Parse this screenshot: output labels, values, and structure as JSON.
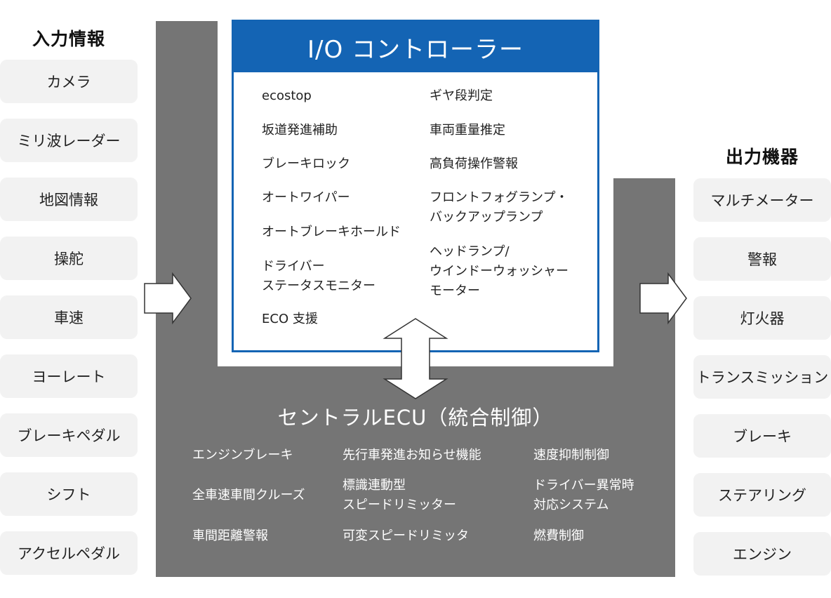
{
  "input_title": "入力情報",
  "inputs": [
    "カメラ",
    "ミリ波レーダー",
    "地図情報",
    "操舵",
    "車速",
    "ヨーレート",
    "ブレーキペダル",
    "シフト",
    "アクセルペダル"
  ],
  "output_title": "出力機器",
  "outputs": [
    "マルチメーター",
    "警報",
    "灯火器",
    "トランスミッション",
    "ブレーキ",
    "ステアリング",
    "エンジン"
  ],
  "io_controller": {
    "title": "I/O コントローラー",
    "left_items": [
      "ecostop",
      "坂道発進補助",
      "ブレーキロック",
      "オートワイパー",
      "オートブレーキホールド",
      "ドライバー\nステータスモニター",
      "ECO 支援"
    ],
    "right_items": [
      "ギヤ段判定",
      "車両重量推定",
      "高負荷操作警報",
      "フロントフォグランプ・\nバックアップランプ",
      "ヘッドランプ/\nウインドーウォッシャー\nモーター"
    ]
  },
  "central_ecu": {
    "title": "セントラルECU（統合制御）",
    "col1": [
      "エンジンブレーキ",
      "全車速車間クルーズ",
      "車間距離警報"
    ],
    "col2": [
      "先行車発進お知らせ機能",
      "標識連動型\nスピードリミッター",
      "可変スピードリミッタ"
    ],
    "col3": [
      "速度抑制制御",
      "ドライバー異常時\n対応システム",
      "燃費制御"
    ]
  },
  "colors": {
    "accent_blue": "#1464b4",
    "ecu_gray": "#757575",
    "box_bg": "#f2f2f2"
  }
}
